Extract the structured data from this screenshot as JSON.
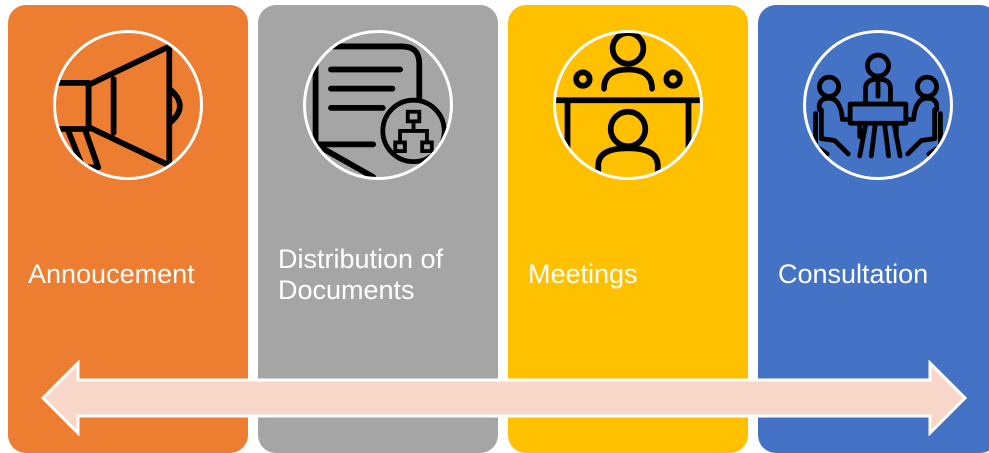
{
  "colors": {
    "annoucement": "#ED7D31",
    "distribution": "#A5A5A5",
    "meetings": "#FFC000",
    "consultation": "#4472C4",
    "arrow_fill": "#F8D7C8",
    "icon_line": "#000000",
    "icon_border": "#ffffff"
  },
  "stages": [
    {
      "label": "Annoucement",
      "icon": "megaphone-icon"
    },
    {
      "label": "Distribution of Documents",
      "icon": "document-network-icon"
    },
    {
      "label": "Meetings",
      "icon": "meeting-people-icon"
    },
    {
      "label": "Consultation",
      "icon": "consultation-table-icon"
    }
  ],
  "arrow": {
    "direction": "bidirectional"
  }
}
